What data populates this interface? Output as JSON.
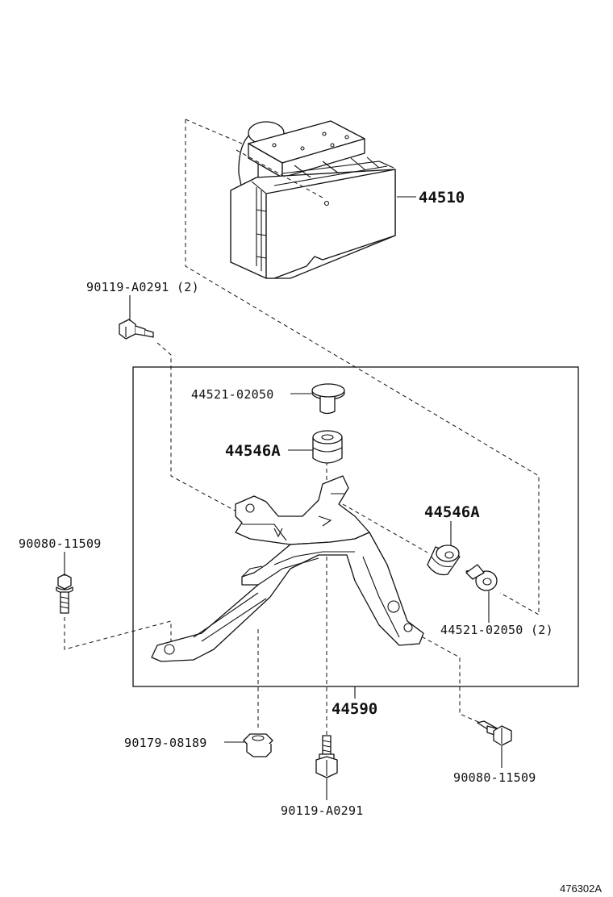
{
  "parts": {
    "abs_actuator": "44510",
    "bolt_top": "90119-A0291 (2)",
    "flange_collar_top": "44521-02050",
    "cushion_top": "44546A",
    "cushion_right": "44546A",
    "flange_collar_right": "44521-02050 (2)",
    "bolt_left": "90080-11509",
    "bracket": "44590",
    "nut_bottom": "90179-08189",
    "bolt_bottom": "90119-A0291",
    "bolt_right": "90080-11509"
  },
  "diagram_ref": "476302A"
}
